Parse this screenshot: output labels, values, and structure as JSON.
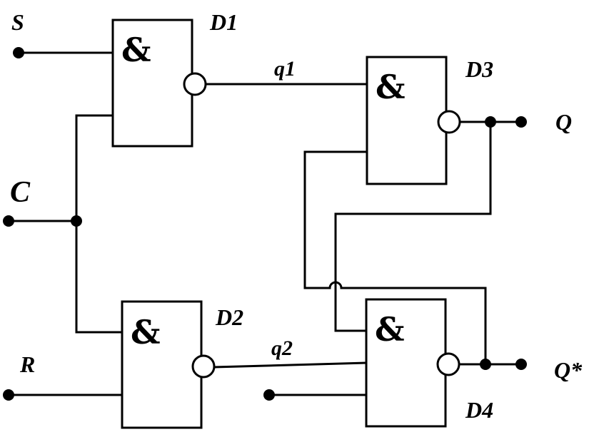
{
  "gates": {
    "d1": {
      "name": "D1",
      "symbol": "&"
    },
    "d2": {
      "name": "D2",
      "symbol": "&"
    },
    "d3": {
      "name": "D3",
      "symbol": "&"
    },
    "d4": {
      "name": "D4",
      "symbol": "&"
    }
  },
  "inputs": {
    "s": "S",
    "c": "C",
    "r": "R"
  },
  "outputs": {
    "q": "Q",
    "q_bar": "Q*"
  },
  "signals": {
    "q1": "q1",
    "q2": "q2"
  }
}
